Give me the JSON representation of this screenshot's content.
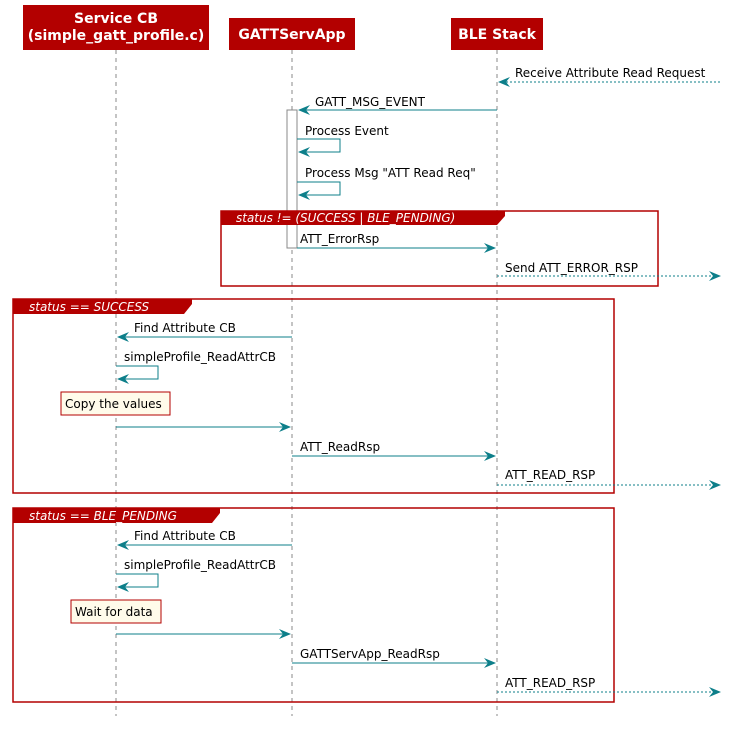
{
  "colors": {
    "accent": "#b30000",
    "arrow": "#0d7f8a",
    "note_fill": "#fffbea",
    "lifeline": "#888888"
  },
  "participants": [
    {
      "id": "service",
      "lines": [
        "Service CB",
        "(simple_gatt_profile.c)"
      ]
    },
    {
      "id": "gatt",
      "lines": [
        "GATTServApp"
      ]
    },
    {
      "id": "ble",
      "lines": [
        "BLE Stack"
      ]
    }
  ],
  "messages": {
    "receive_read_request": "Receive Attribute Read Request",
    "gatt_msg_event": "GATT_MSG_EVENT",
    "process_event": "Process Event",
    "process_msg": "Process Msg \"ATT Read Req\"",
    "att_error_rsp": "ATT_ErrorRsp",
    "send_att_error_rsp": "Send ATT_ERROR_RSP",
    "find_attribute_cb_1": "Find Attribute CB",
    "read_attr_cb_1": "simpleProfile_ReadAttrCB",
    "att_read_rsp": "ATT_ReadRsp",
    "att_read_rsp_out_1": "ATT_READ_RSP",
    "find_attribute_cb_2": "Find Attribute CB",
    "read_attr_cb_2": "simpleProfile_ReadAttrCB",
    "gattservapp_read_rsp": "GATTServApp_ReadRsp",
    "att_read_rsp_out_2": "ATT_READ_RSP"
  },
  "notes": {
    "copy_values": "Copy the values",
    "wait_for_data": "Wait for data"
  },
  "frames": {
    "error": "status != (SUCCESS | BLE_PENDING)",
    "success": "status == SUCCESS",
    "pending": "status == BLE_PENDING"
  }
}
